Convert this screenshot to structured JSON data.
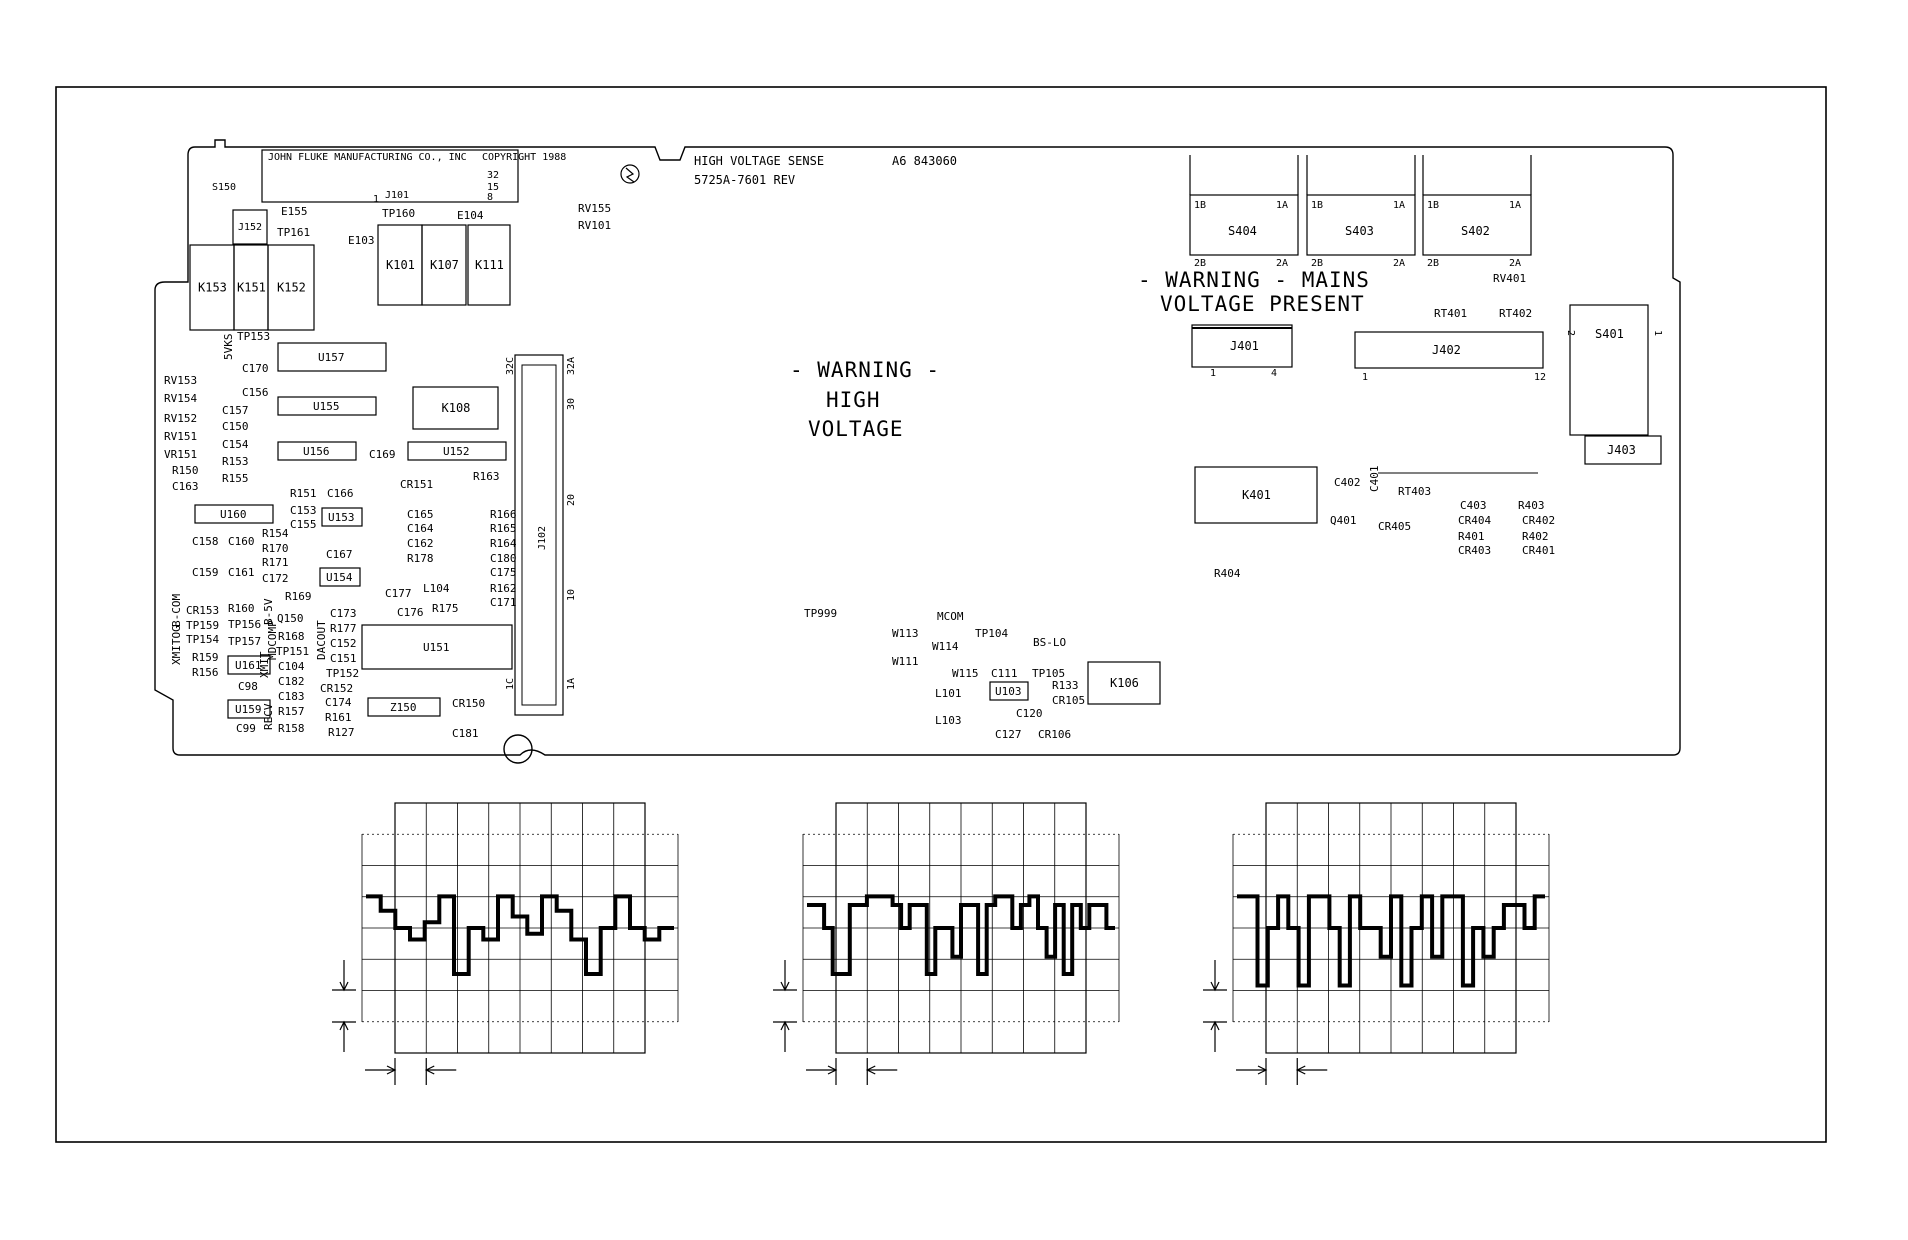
{
  "board": {
    "maker": "JOHN FLUKE MANUFACTURING CO., INC",
    "copyright": "COPYRIGHT 1988",
    "title": "HIGH VOLTAGE SENSE",
    "assembly": "A6 843060",
    "part_number": "5725A-7601 REV",
    "j101_pins": [
      "32",
      "15",
      "8",
      "1"
    ]
  },
  "warnings": {
    "center": [
      "- WARNING -",
      "HIGH",
      "VOLTAGE"
    ],
    "mains": [
      "- WARNING - MAINS",
      "VOLTAGE PRESENT"
    ]
  },
  "switches": [
    {
      "name": "S404",
      "pins": [
        "1B",
        "1A",
        "2B",
        "2A"
      ]
    },
    {
      "name": "S403",
      "pins": [
        "1B",
        "1A",
        "2B",
        "2A"
      ]
    },
    {
      "name": "S402",
      "pins": [
        "1B",
        "1A",
        "2B",
        "2A"
      ]
    }
  ],
  "relays": [
    "K153",
    "K151",
    "K152",
    "K101",
    "K107",
    "K111",
    "K108",
    "K106",
    "K401"
  ],
  "ics": [
    "U157",
    "U155",
    "U156",
    "U152",
    "U160",
    "U153",
    "U154",
    "U151",
    "U161",
    "U159",
    "U103",
    "Z150"
  ],
  "connectors": {
    "j102": "J102",
    "j102_pins": [
      "32C",
      "32A",
      "30",
      "20",
      "10",
      "1C",
      "1A"
    ],
    "j401": "J401",
    "j401_pins": [
      "1",
      "4"
    ],
    "j402": "J402",
    "j402_pins": [
      "1",
      "12"
    ],
    "j403": "J403",
    "s401": "S401",
    "s401_pins": [
      "2",
      "1"
    ],
    "j152": "J152",
    "j101": "J101",
    "s150": "S150"
  },
  "misc_labels": [
    "E155",
    "TP161",
    "TP160",
    "E104",
    "E103",
    "RV155",
    "RV101",
    "TP153",
    "5VKS",
    "C170",
    "C156",
    "RV153",
    "RV154",
    "C157",
    "RV152",
    "C150",
    "RV151",
    "C154",
    "VR151",
    "R153",
    "R150",
    "R155",
    "C163",
    "C169",
    "CR151",
    "R163",
    "R151",
    "C166",
    "C153",
    "C155",
    "C165",
    "C164",
    "C162",
    "R178",
    "R166",
    "R165",
    "R164",
    "C180",
    "C175",
    "R162",
    "C171",
    "C158",
    "C160",
    "R154",
    "R170",
    "R171",
    "C172",
    "C167",
    "C159",
    "C161",
    "R169",
    "C177",
    "L104",
    "R175",
    "C176",
    "XMITOG",
    "B-COM",
    "CR153",
    "R160",
    "TP159",
    "TP156",
    "TP154",
    "TP157",
    "R168",
    "Q150",
    "RECV",
    "B-5V",
    "XMIT",
    "MDCOMP",
    "TP151",
    "C104",
    "C182",
    "R159",
    "R156",
    "C98",
    "C183",
    "R157",
    "R158",
    "C99",
    "C173",
    "R177",
    "C152",
    "C151",
    "TP152",
    "DACOUT",
    "CR152",
    "C174",
    "R161",
    "R127",
    "CR150",
    "C181",
    "TP999",
    "MCOM",
    "W113",
    "TP104",
    "W114",
    "BS-LO",
    "W111",
    "W115",
    "C111",
    "TP105",
    "R133",
    "CR105",
    "L101",
    "C120",
    "L103",
    "C127",
    "CR106",
    "RT401",
    "RV401",
    "RT402",
    "C402",
    "C401",
    "Q401",
    "RT403",
    "CR405",
    "C403",
    "R403",
    "CR404",
    "CR402",
    "R401",
    "R402",
    "CR403",
    "CR401",
    "R404"
  ],
  "scope_traces": [
    {
      "name": "waveform-1",
      "levels": [
        0.55,
        0.55,
        0.3,
        0.3,
        0.0,
        0.0,
        -0.2,
        -0.2,
        0.1,
        0.1,
        0.55,
        0.55,
        -0.8,
        -0.8,
        0.0,
        0.0,
        -0.2,
        -0.2,
        0.55,
        0.55,
        0.2,
        0.2,
        -0.1,
        -0.1,
        0.55,
        0.55,
        0.3,
        0.3,
        -0.2,
        -0.2,
        -0.8,
        -0.8,
        0.0,
        0.0,
        0.55,
        0.55,
        0.0,
        0.0,
        -0.2,
        -0.2,
        0.0,
        0.0
      ]
    },
    {
      "name": "waveform-2",
      "levels": [
        0.4,
        0.4,
        0.0,
        -0.8,
        -0.8,
        0.4,
        0.4,
        0.55,
        0.55,
        0.55,
        0.4,
        0.0,
        0.4,
        0.4,
        -0.8,
        0.0,
        0.0,
        -0.5,
        0.4,
        0.4,
        -0.8,
        0.4,
        0.55,
        0.55,
        0.0,
        0.4,
        0.55,
        0.0,
        -0.5,
        0.4,
        -0.8,
        0.4,
        0.0,
        0.4,
        0.4,
        0.0
      ]
    },
    {
      "name": "waveform-3",
      "levels": [
        0.55,
        0.55,
        -1.0,
        0.0,
        0.55,
        0.0,
        -1.0,
        0.55,
        0.55,
        0.0,
        -1.0,
        0.55,
        0.0,
        0.0,
        -0.5,
        0.55,
        -1.0,
        0.0,
        0.55,
        -0.5,
        0.55,
        0.55,
        -1.0,
        0.0,
        -0.5,
        0.0,
        0.4,
        0.4,
        0.0,
        0.55
      ]
    }
  ]
}
